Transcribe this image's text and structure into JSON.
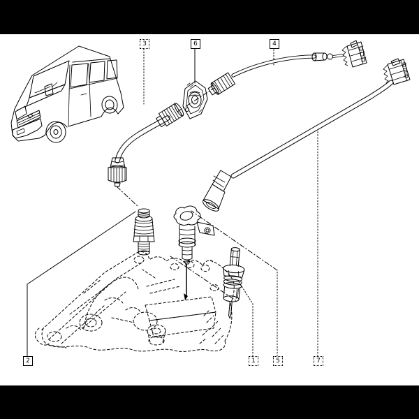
{
  "colors": {
    "line": "#000000",
    "background": "#ffffff",
    "letterbox": "#000000"
  },
  "callouts": {
    "top": [
      {
        "label": "3"
      },
      {
        "label": "6"
      },
      {
        "label": "4"
      }
    ],
    "bottom": [
      {
        "label": "2"
      },
      {
        "label": "1"
      },
      {
        "label": "5"
      },
      {
        "label": "7"
      }
    ]
  }
}
